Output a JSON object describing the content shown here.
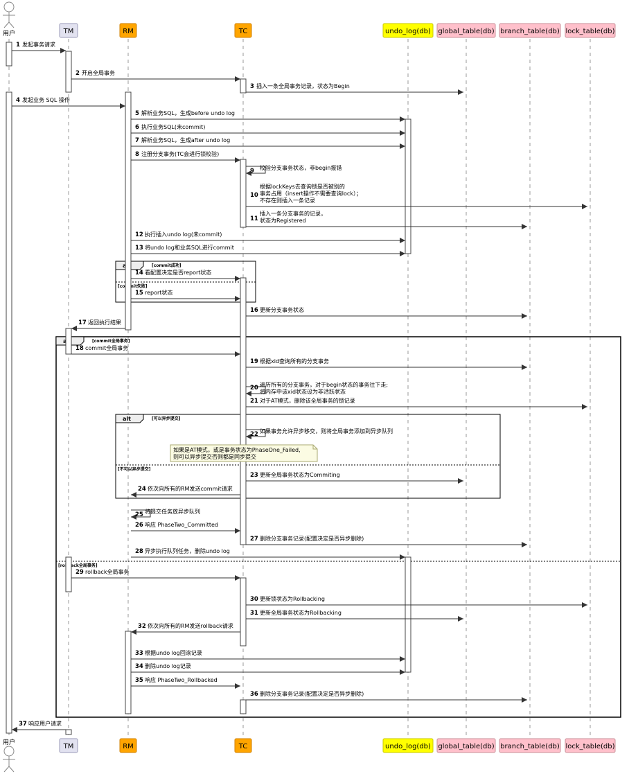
{
  "participants": [
    {
      "id": "user",
      "label": "用户",
      "kind": "actor"
    },
    {
      "id": "tm",
      "label": "TM",
      "kind": "box",
      "fill": "#e2e2f0",
      "stroke": "#9a9ab8"
    },
    {
      "id": "rm",
      "label": "RM",
      "kind": "box",
      "fill": "#ffa500",
      "stroke": "#d08000"
    },
    {
      "id": "tc",
      "label": "TC",
      "kind": "box",
      "fill": "#ffa500",
      "stroke": "#d08000"
    },
    {
      "id": "undo",
      "label": "undo_log(db)",
      "kind": "box",
      "fill": "#ffff00",
      "stroke": "#c8c800"
    },
    {
      "id": "global",
      "label": "global_table(db)",
      "kind": "box",
      "fill": "#ffc0cb",
      "stroke": "#c89098"
    },
    {
      "id": "branch",
      "label": "branch_table(db)",
      "kind": "box",
      "fill": "#ffc0cb",
      "stroke": "#c89098"
    },
    {
      "id": "lock",
      "label": "lock_table(db)",
      "kind": "box",
      "fill": "#ffc0cb",
      "stroke": "#c89098"
    }
  ],
  "messages": [
    {
      "n": "1",
      "from": "user",
      "to": "tm",
      "lines": [
        "发起事务请求"
      ]
    },
    {
      "n": "2",
      "from": "tm",
      "to": "tc",
      "lines": [
        "开启全局事务"
      ]
    },
    {
      "n": "3",
      "from": "tc",
      "to": "global",
      "lines": [
        "插入一条全局事务记录，状态为Begin"
      ]
    },
    {
      "n": "4",
      "from": "user",
      "to": "rm",
      "lines": [
        "发起业务 SQL 操作"
      ]
    },
    {
      "n": "5",
      "from": "rm",
      "to": "undo",
      "lines": [
        "解析业务SQL，生成before undo log"
      ]
    },
    {
      "n": "6",
      "from": "rm",
      "to": "undo",
      "lines": [
        "执行业务SQL(未commit)"
      ]
    },
    {
      "n": "7",
      "from": "rm",
      "to": "undo",
      "lines": [
        "解析业务SQL，生成after undo log"
      ]
    },
    {
      "n": "8",
      "from": "rm",
      "to": "tc",
      "lines": [
        "注册分支事务(TC会进行锁校验)"
      ]
    },
    {
      "n": "9",
      "from": "tc",
      "to": "tc",
      "lines": [
        "校验分支事务状态，非begin报错"
      ]
    },
    {
      "n": "10",
      "from": "tc",
      "to": "lock",
      "lines": [
        "根据lockKeys去查询锁是否被别的",
        "事务占用（insert操作不需要查询lock）；",
        "不存在则插入一条记录"
      ]
    },
    {
      "n": "11",
      "from": "tc",
      "to": "branch",
      "lines": [
        "插入一条分支事务的记录，",
        "状态为Registered"
      ]
    },
    {
      "n": "12",
      "from": "rm",
      "to": "undo",
      "lines": [
        "执行插入undo log(未commit)"
      ]
    },
    {
      "n": "13",
      "from": "rm",
      "to": "undo",
      "lines": [
        "将undo log和业务SQL进行commit"
      ]
    },
    {
      "n": "14",
      "from": "rm",
      "to": "tc",
      "lines": [
        "看配置决定是否report状态"
      ]
    },
    {
      "n": "15",
      "from": "rm",
      "to": "tc",
      "lines": [
        "report状态"
      ]
    },
    {
      "n": "16",
      "from": "tc",
      "to": "branch",
      "lines": [
        "更新分支事务状态"
      ]
    },
    {
      "n": "17",
      "from": "rm",
      "to": "tm",
      "lines": [
        "返回执行结果"
      ]
    },
    {
      "n": "18",
      "from": "tm",
      "to": "tc",
      "lines": [
        "commit全局事务"
      ]
    },
    {
      "n": "19",
      "from": "tc",
      "to": "branch",
      "lines": [
        "根据xid查询所有的分支事务"
      ]
    },
    {
      "n": "20",
      "from": "tc",
      "to": "tc",
      "lines": [
        "遍历所有的分支事务，对于begin状态的事务往下走;",
        "将内存中该xid状态设为非活跃状态"
      ]
    },
    {
      "n": "21",
      "from": "tc",
      "to": "lock",
      "lines": [
        "对于AT模式，删除该全局事务的锁记录"
      ]
    },
    {
      "n": "22",
      "from": "tc",
      "to": "tc",
      "lines": [
        "如果事务允许异步移交，则将全局事务添加到异步队列"
      ]
    },
    {
      "n": "23",
      "from": "tc",
      "to": "global",
      "lines": [
        "更新全局事务状态为Commiting"
      ]
    },
    {
      "n": "24",
      "from": "tc",
      "to": "rm",
      "lines": [
        "依次向所有的RM发送commit请求"
      ]
    },
    {
      "n": "25",
      "from": "rm",
      "to": "rm",
      "lines": [
        "将提交任务放异步队列"
      ]
    },
    {
      "n": "26",
      "from": "rm",
      "to": "tc",
      "lines": [
        "响应 PhaseTwo_Committed"
      ]
    },
    {
      "n": "27",
      "from": "tc",
      "to": "branch",
      "lines": [
        "删除分支事务记录(配置决定是否异步删除)"
      ]
    },
    {
      "n": "28",
      "from": "rm",
      "to": "undo",
      "lines": [
        "异步执行队列任务，删除undo log"
      ]
    },
    {
      "n": "29",
      "from": "tm",
      "to": "tc",
      "lines": [
        "rollback全局事务"
      ]
    },
    {
      "n": "30",
      "from": "tc",
      "to": "lock",
      "lines": [
        "更新锁状态为Rollbacking"
      ]
    },
    {
      "n": "31",
      "from": "tc",
      "to": "global",
      "lines": [
        "更新全局事务状态为Rollbacking"
      ]
    },
    {
      "n": "32",
      "from": "tc",
      "to": "rm",
      "lines": [
        "依次向所有的RM发送rollback请求"
      ]
    },
    {
      "n": "33",
      "from": "rm",
      "to": "undo",
      "lines": [
        "根据undo log回滚记录"
      ]
    },
    {
      "n": "34",
      "from": "rm",
      "to": "undo",
      "lines": [
        "删除undo log记录"
      ]
    },
    {
      "n": "35",
      "from": "rm",
      "to": "tc",
      "lines": [
        "响应 PhaseTwo_Rollbacked"
      ]
    },
    {
      "n": "36",
      "from": "tc",
      "to": "branch",
      "lines": [
        "删除分支事务记录(配置决定是否异步删除)"
      ]
    },
    {
      "n": "37",
      "from": "tm",
      "to": "user",
      "lines": [
        "响应用户请求"
      ]
    }
  ],
  "fragments": [
    {
      "keyword": "alt",
      "guards": [
        "[commit成功]",
        "[commit失败]"
      ]
    },
    {
      "keyword": "alt",
      "guards": [
        "[commit全局事务]",
        "[rollback全局事务]"
      ]
    },
    {
      "keyword": "alt",
      "guards": [
        "[可以异步提交]",
        "[不可以异步提交]"
      ]
    }
  ],
  "note": {
    "lines": [
      "如果是AT模式，或是事务状态为PhaseOne_Failed,",
      "则可以异步提交否则都是同步提交"
    ],
    "fill": "#fbfbe3",
    "stroke": "#a8a870"
  }
}
